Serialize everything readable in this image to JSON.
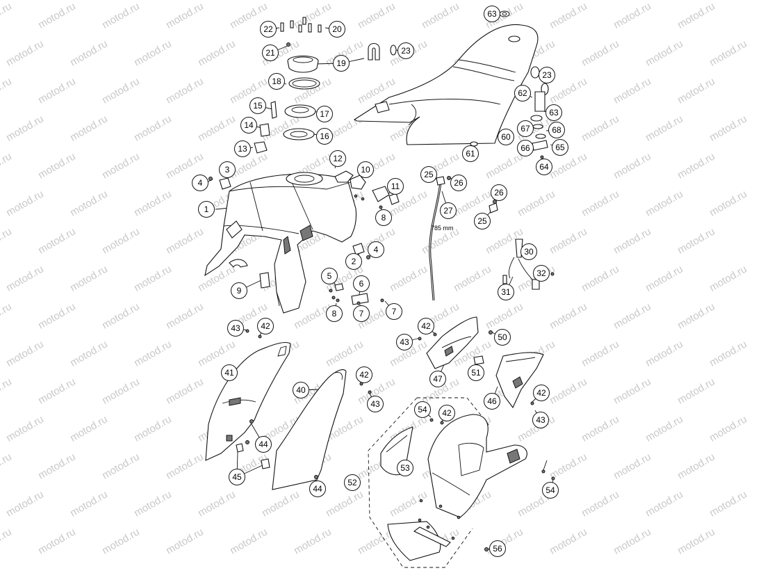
{
  "watermark_text": "motod.ru",
  "length_annotation": "785 mm",
  "callouts": [
    "1",
    "2",
    "3",
    "4",
    "4",
    "5",
    "6",
    "7",
    "7",
    "8",
    "8",
    "9",
    "10",
    "11",
    "12",
    "13",
    "14",
    "15",
    "16",
    "17",
    "18",
    "19",
    "20",
    "21",
    "22",
    "23",
    "23",
    "25",
    "25",
    "26",
    "26",
    "27",
    "30",
    "31",
    "32",
    "40",
    "41",
    "42",
    "42",
    "42",
    "42",
    "42",
    "43",
    "43",
    "43",
    "43",
    "44",
    "44",
    "45",
    "46",
    "47",
    "50",
    "51",
    "52",
    "53",
    "54",
    "54",
    "56",
    "60",
    "61",
    "62",
    "63",
    "63",
    "64",
    "65",
    "66",
    "67",
    "68"
  ]
}
